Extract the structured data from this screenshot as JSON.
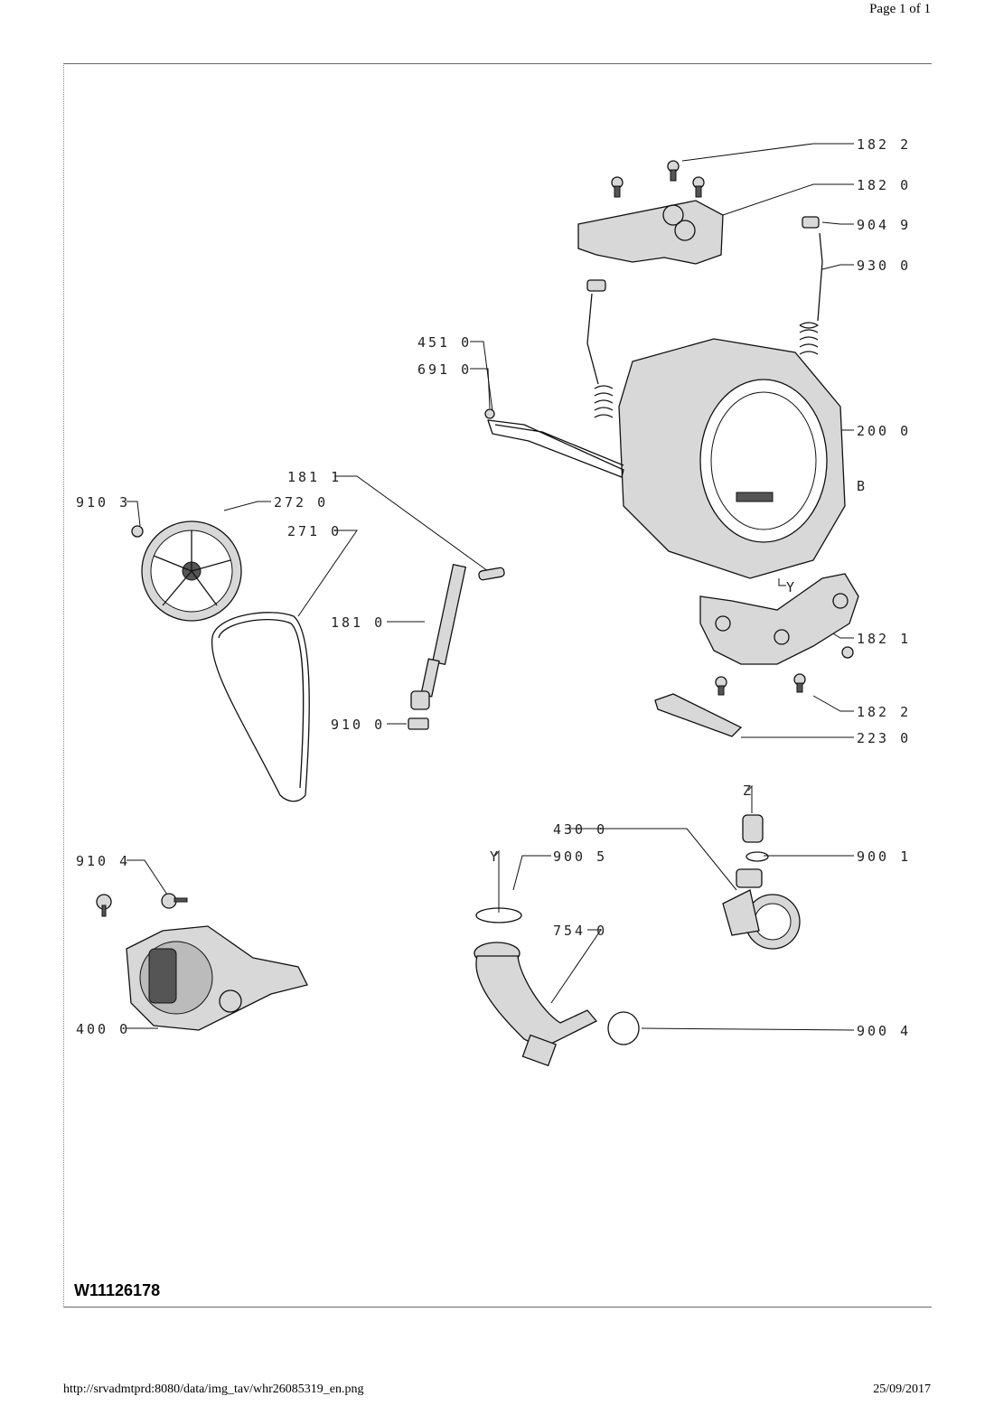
{
  "header": {
    "page": "Page 1 of 1"
  },
  "model": "W11126178",
  "footer": {
    "url": "http://srvadmtprd:8080/data/img_tav/whr26085319_en.png",
    "date": "25/09/2017"
  },
  "labels": {
    "l182_2_top": "182 2",
    "l182_0": "182 0",
    "l904_9": "904 9",
    "l930_0": "930 0",
    "l451_0": "451 0",
    "l691_0": "691 0",
    "l200_0": "200 0",
    "lB": "B",
    "l181_1": "181 1",
    "l910_3": "910 3",
    "l272_0": "272 0",
    "l271_0": "271 0",
    "lY_right": "Y",
    "l181_0": "181 0",
    "l182_1": "182 1",
    "l182_2_bottom": "182 2",
    "l910_0": "910 0",
    "l223_0": "223 0",
    "lZ": "Z",
    "l430_0": "430 0",
    "l910_4": "910 4",
    "lY_left": "Y",
    "l900_5": "900 5",
    "l900_1": "900 1",
    "l754_0": "754 0",
    "l400_0": "400 0",
    "l900_4": "900 4"
  }
}
